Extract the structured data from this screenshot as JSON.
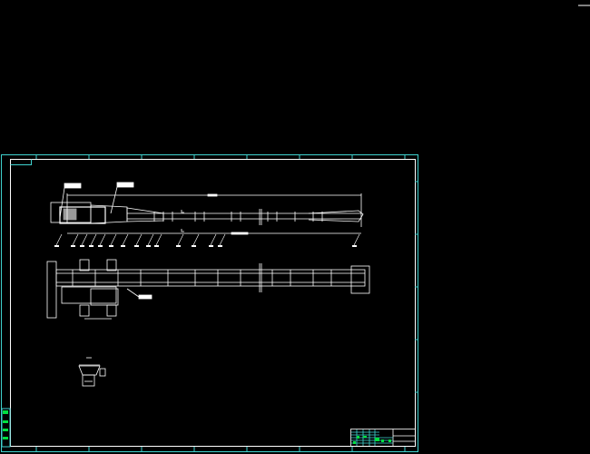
{
  "drawing": {
    "background": "#000000",
    "colors": {
      "outer_border": "#3fd2cf",
      "frame": "#ffffff",
      "geometry": "#ffffff",
      "title_block_text": "#00e040",
      "zone_ticks": "#00e040"
    },
    "views": [
      "side-elevation",
      "plan-view",
      "cross-section-detail"
    ],
    "title_block": {
      "present": true
    }
  }
}
